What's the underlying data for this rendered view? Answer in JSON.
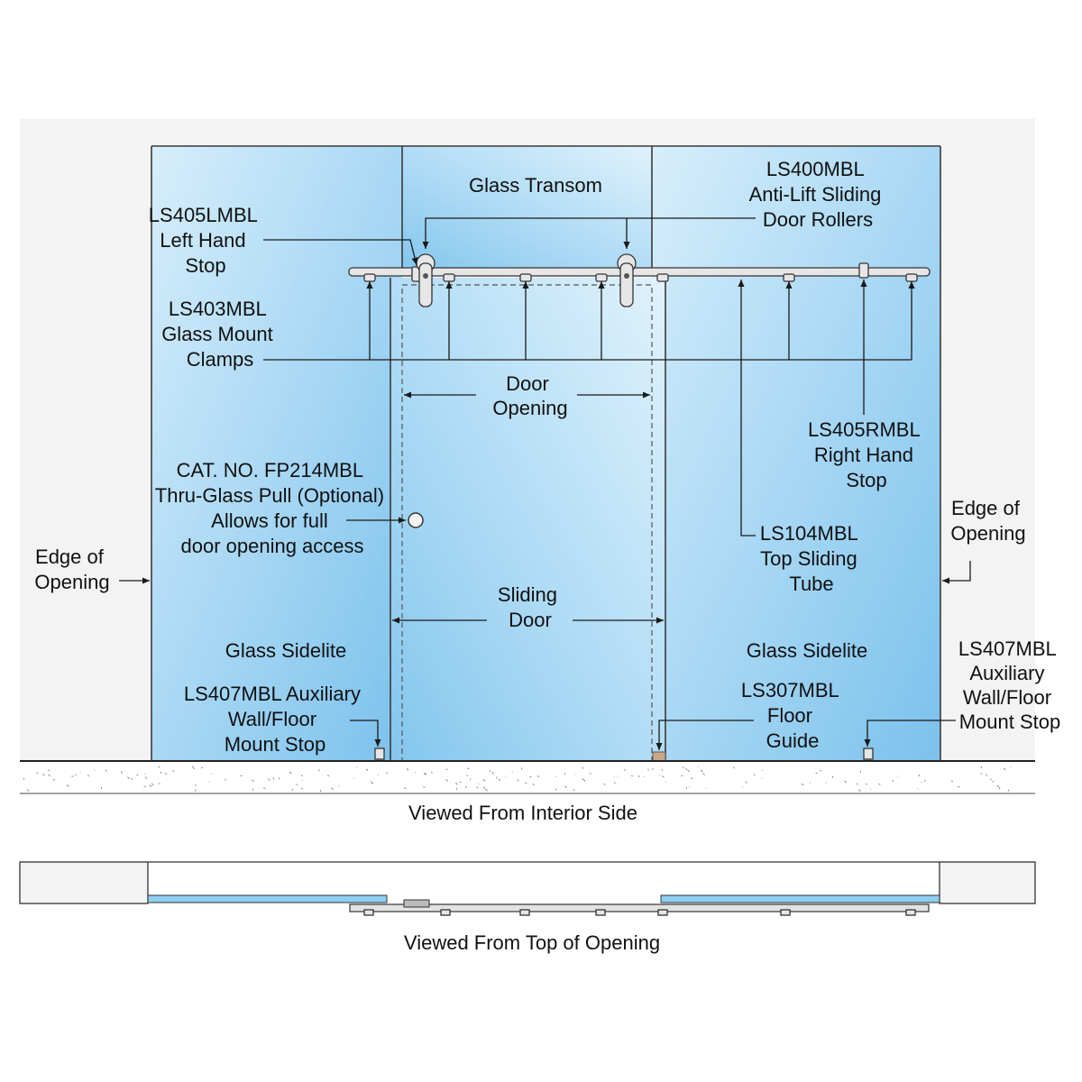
{
  "colors": {
    "wall": "#f3f3f3",
    "glass_light": "#d7eefb",
    "glass_mid": "#a9d8f4",
    "glass_dark": "#7cc1ec",
    "line": "#1a1a1a"
  },
  "labels": {
    "glass_transom": "Glass Transom",
    "rollers": [
      "LS400MBL",
      "Anti-Lift Sliding",
      "Door Rollers"
    ],
    "left_stop": [
      "LS405LMBL",
      "Left Hand",
      "Stop"
    ],
    "clamps": [
      "LS403MBL",
      "Glass Mount",
      "Clamps"
    ],
    "door_opening": [
      "Door",
      "Opening"
    ],
    "right_stop": [
      "LS405RMBL",
      "Right Hand",
      "Stop"
    ],
    "pull": [
      "CAT. NO. FP214MBL",
      "Thru-Glass Pull (Optional)",
      "Allows for full",
      "door opening access"
    ],
    "edge_left": [
      "Edge of",
      "Opening"
    ],
    "edge_right": [
      "Edge of",
      "Opening"
    ],
    "tube": [
      "LS104MBL",
      "Top Sliding",
      "Tube"
    ],
    "sliding_door": [
      "Sliding",
      "Door"
    ],
    "sidelite_left": "Glass Sidelite",
    "sidelite_right": "Glass Sidelite",
    "aux_stop_left": [
      "LS407MBL Auxiliary",
      "Wall/Floor",
      "Mount Stop"
    ],
    "floor_guide": [
      "LS307MBL",
      "Floor",
      "Guide"
    ],
    "aux_stop_right": [
      "LS407MBL",
      "Auxiliary",
      "Wall/Floor",
      "Mount Stop"
    ]
  },
  "captions": {
    "interior": "Viewed From Interior Side",
    "top": "Viewed From Top of Opening"
  }
}
